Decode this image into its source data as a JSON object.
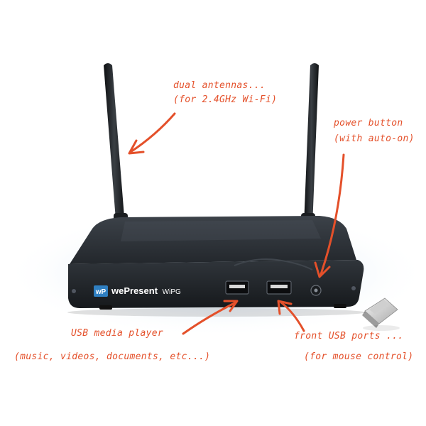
{
  "colors": {
    "annotation": "#e4502a",
    "device_body": "#2b2f34",
    "background": "#ffffff",
    "glow": "#d7e8f5"
  },
  "brand": {
    "logo_mark": "wP",
    "name": "wePresent",
    "model": "WiPG"
  },
  "annotations": {
    "antennas": {
      "line1": "dual antennas...",
      "line2": "(for 2.4GHz Wi-Fi)"
    },
    "power": {
      "line1": "power button",
      "line2": "(with auto-on)"
    },
    "usb_media": {
      "line1": "USB media player",
      "line2": "(music, videos, documents, etc...)"
    },
    "front_usb": {
      "line1": "front USB ports ...",
      "line2": "(for mouse control)"
    }
  },
  "icons": {
    "logo": "wepresent-logo-icon",
    "power": "power-button-icon",
    "dongle": "usb-dongle-icon"
  }
}
